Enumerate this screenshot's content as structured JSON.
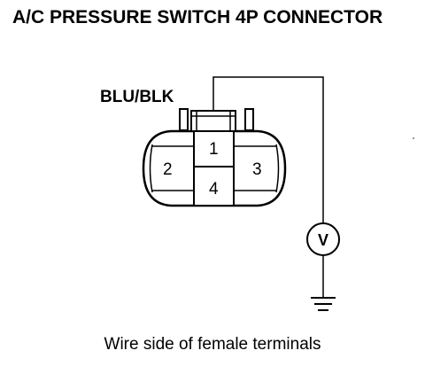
{
  "title": "A/C PRESSURE SWITCH 4P CONNECTOR",
  "wire_color": "BLU/BLK",
  "pins": {
    "p1": "1",
    "p2": "2",
    "p3": "3",
    "p4": "4"
  },
  "meter_symbol": "V",
  "caption": "Wire side of female terminals"
}
